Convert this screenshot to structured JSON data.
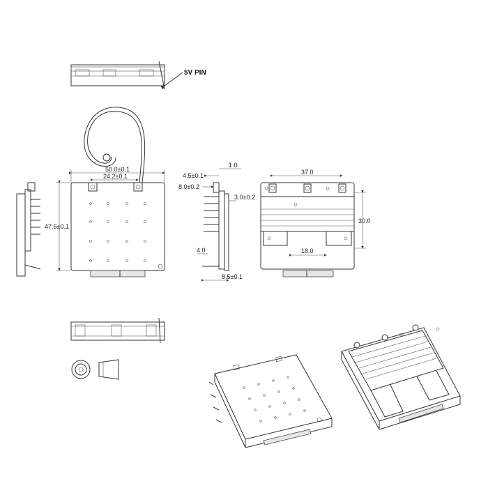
{
  "labels": {
    "pin_callout": "5V PIN",
    "width": "50.0±0.1",
    "connector_spacing": "24.2±0.1",
    "height": "47.6±0.1",
    "side_top_offset": "4.5±0.1",
    "side_top_gap": "1.0",
    "side_lower": "8.0±0.2",
    "side_fin": "3.0±0.2",
    "side_pin": "4.0",
    "side_bottom": "8.5±0.1",
    "heatsink_connector_spacing": "37.0",
    "heatsink_height": "30.0",
    "heatsink_notch": "18.0"
  }
}
